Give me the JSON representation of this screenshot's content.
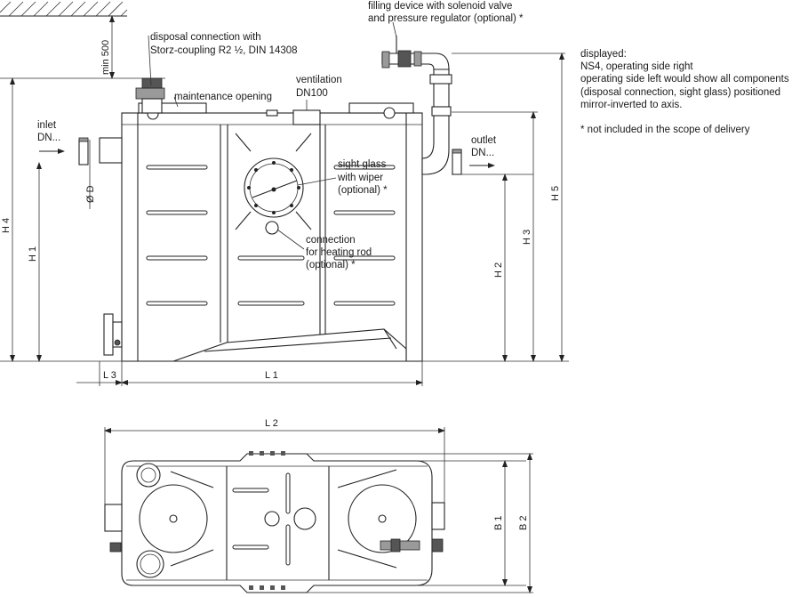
{
  "labels": {
    "filling_device_1": "filling device with solenoid valve",
    "filling_device_2": "and pressure regulator (optional) *",
    "disposal_1": "disposal connection with",
    "disposal_2": "Storz-coupling R2 ½, DIN 14308",
    "maintenance": "maintenance opening",
    "ventilation_1": "ventilation",
    "ventilation_2": "DN100",
    "inlet_1": "inlet",
    "inlet_2": "DN...",
    "outlet_1": "outlet",
    "outlet_2": "DN...",
    "sight_glass_1": "sight glass",
    "sight_glass_2": "with wiper",
    "sight_glass_3": "(optional) *",
    "heating_1": "connection",
    "heating_2": "for heating rod",
    "heating_3": "(optional) *"
  },
  "dimensions": {
    "min500": "min 500",
    "diameter": "Ø D",
    "h1": "H 1",
    "h2": "H 2",
    "h3": "H 3",
    "h4": "H 4",
    "h5": "H 5",
    "l1": "L 1",
    "l2": "L 2",
    "l3": "L 3",
    "b1": "B 1",
    "b2": "B 2"
  },
  "notes": {
    "displayed_1": "displayed:",
    "displayed_2": "NS4, operating side right",
    "displayed_3": "operating side left would show all components",
    "displayed_4": "(disposal connection, sight glass) positioned",
    "displayed_5": "mirror-inverted to axis.",
    "footnote": "* not included in the scope of delivery"
  }
}
